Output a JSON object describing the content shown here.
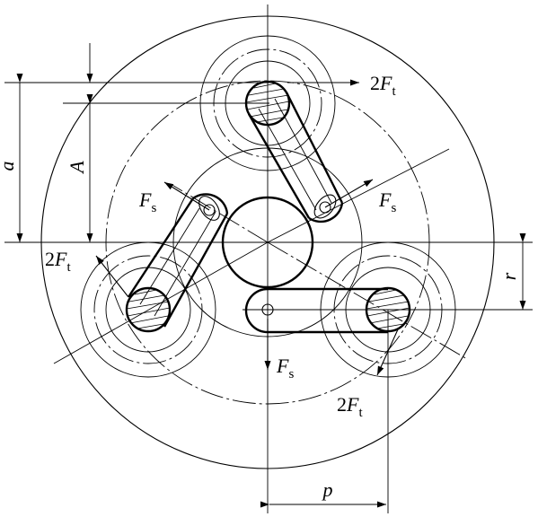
{
  "labels": {
    "top_force": {
      "coef": "2",
      "sym": "F",
      "sub": "t"
    },
    "left_force": {
      "coef": "2",
      "sym": "F",
      "sub": "t"
    },
    "bottom_force": {
      "coef": "2",
      "sym": "F",
      "sub": "t"
    },
    "fs_left": {
      "sym": "F",
      "sub": "s"
    },
    "fs_right": {
      "sym": "F",
      "sub": "s"
    },
    "fs_bottom": {
      "sym": "F",
      "sub": "s"
    },
    "dim_a": "a",
    "dim_A": "A",
    "dim_r": "r",
    "dim_p": "p"
  }
}
